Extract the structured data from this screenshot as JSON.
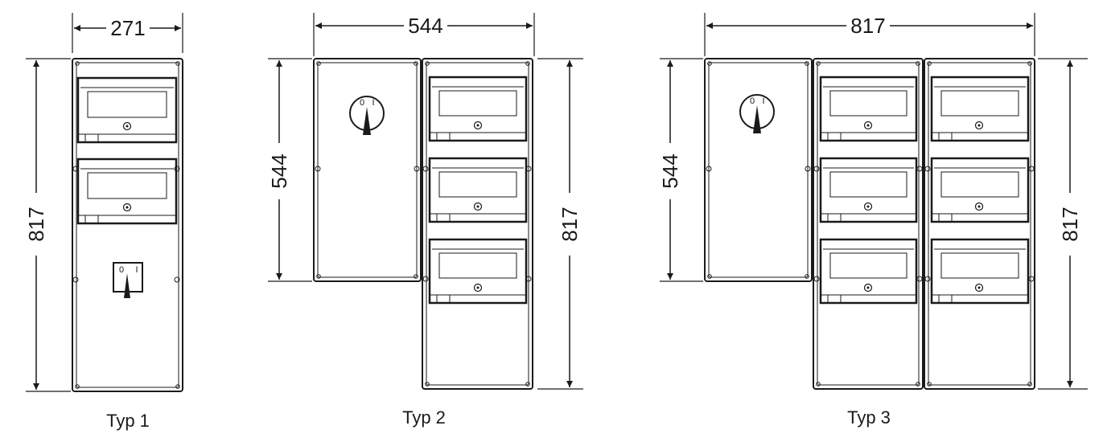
{
  "colors": {
    "line": "#1a1a1a",
    "background": "#ffffff"
  },
  "types": [
    {
      "caption": "Typ 1",
      "width_label": "271",
      "height_label": "817",
      "column_height_label": ""
    },
    {
      "caption": "Typ 2",
      "width_label": "544",
      "height_label": "817",
      "column_height_label": "544"
    },
    {
      "caption": "Typ 3",
      "width_label": "817",
      "height_label": "817",
      "column_height_label": "544"
    }
  ],
  "switch": {
    "off_label": "0",
    "on_label": "I",
    "icon": "rotary-switch-icon"
  }
}
